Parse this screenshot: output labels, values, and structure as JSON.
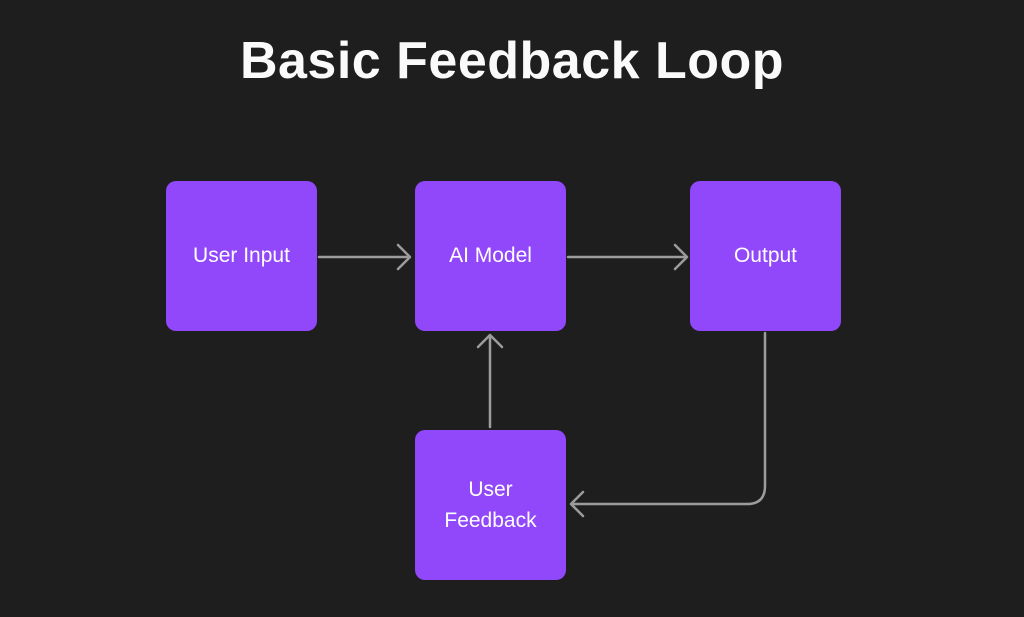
{
  "title": "Basic Feedback Loop",
  "colors": {
    "background": "#1e1e1e",
    "node_fill": "#9147fa",
    "node_text": "#ffffff",
    "title_text": "#fafafa",
    "connector": "#9c9c9c"
  },
  "nodes": {
    "user_input": {
      "label": "User Input"
    },
    "ai_model": {
      "label": "AI Model"
    },
    "output": {
      "label": "Output"
    },
    "user_feedback": {
      "label": "User Feedback"
    }
  },
  "edges": [
    {
      "from": "User Input",
      "to": "AI Model",
      "direction": "right"
    },
    {
      "from": "AI Model",
      "to": "Output",
      "direction": "right"
    },
    {
      "from": "Output",
      "to": "User Feedback",
      "direction": "down-then-left"
    },
    {
      "from": "User Feedback",
      "to": "AI Model",
      "direction": "up"
    }
  ]
}
